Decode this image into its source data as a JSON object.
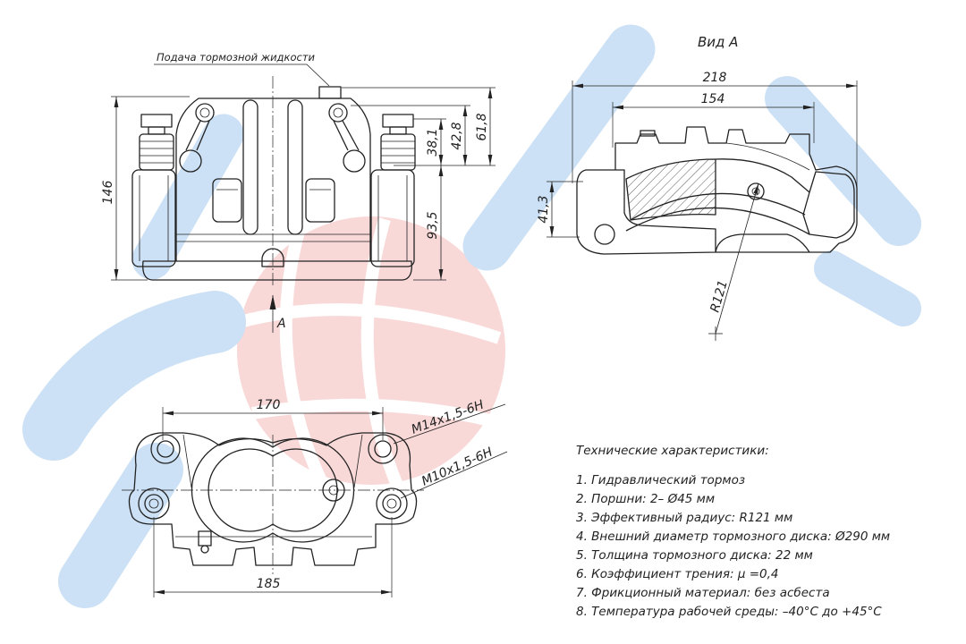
{
  "drawing": {
    "fluid_supply_label": "Подача тормозной жидкости",
    "view_arrow_label": "A"
  },
  "front_view": {
    "dim_height": "146",
    "dim_38": "38,1",
    "dim_42": "42,8",
    "dim_61": "61,8",
    "dim_93": "93,5"
  },
  "view_a": {
    "title": "Вид А",
    "dim_width": "218",
    "dim_inner": "154",
    "dim_41": "41,3",
    "radius": "R121"
  },
  "top_view": {
    "dim_170": "170",
    "dim_185": "185",
    "thread_1": "M14x1,5-6H",
    "thread_2": "M10x1,5-6H"
  },
  "specs": {
    "title": "Технические характеристики:",
    "items": [
      "1. Гидравлический тормоз",
      "2. Поршни: 2– Ø45 мм",
      "3. Эффективный радиус: R121 мм",
      "4. Внешний диаметр тормозного диска: Ø290 мм",
      "5. Толщина тормозного диска: 22 мм",
      "6. Коэффициент трения: μ =0,4",
      "7. Фрикционный материал: без асбеста",
      "8. Температура рабочей среды:  –40°С до +45°С"
    ]
  },
  "colors": {
    "line": "#222222",
    "watermark_blue": "#8fbde9",
    "watermark_red": "#f2a9a9"
  }
}
